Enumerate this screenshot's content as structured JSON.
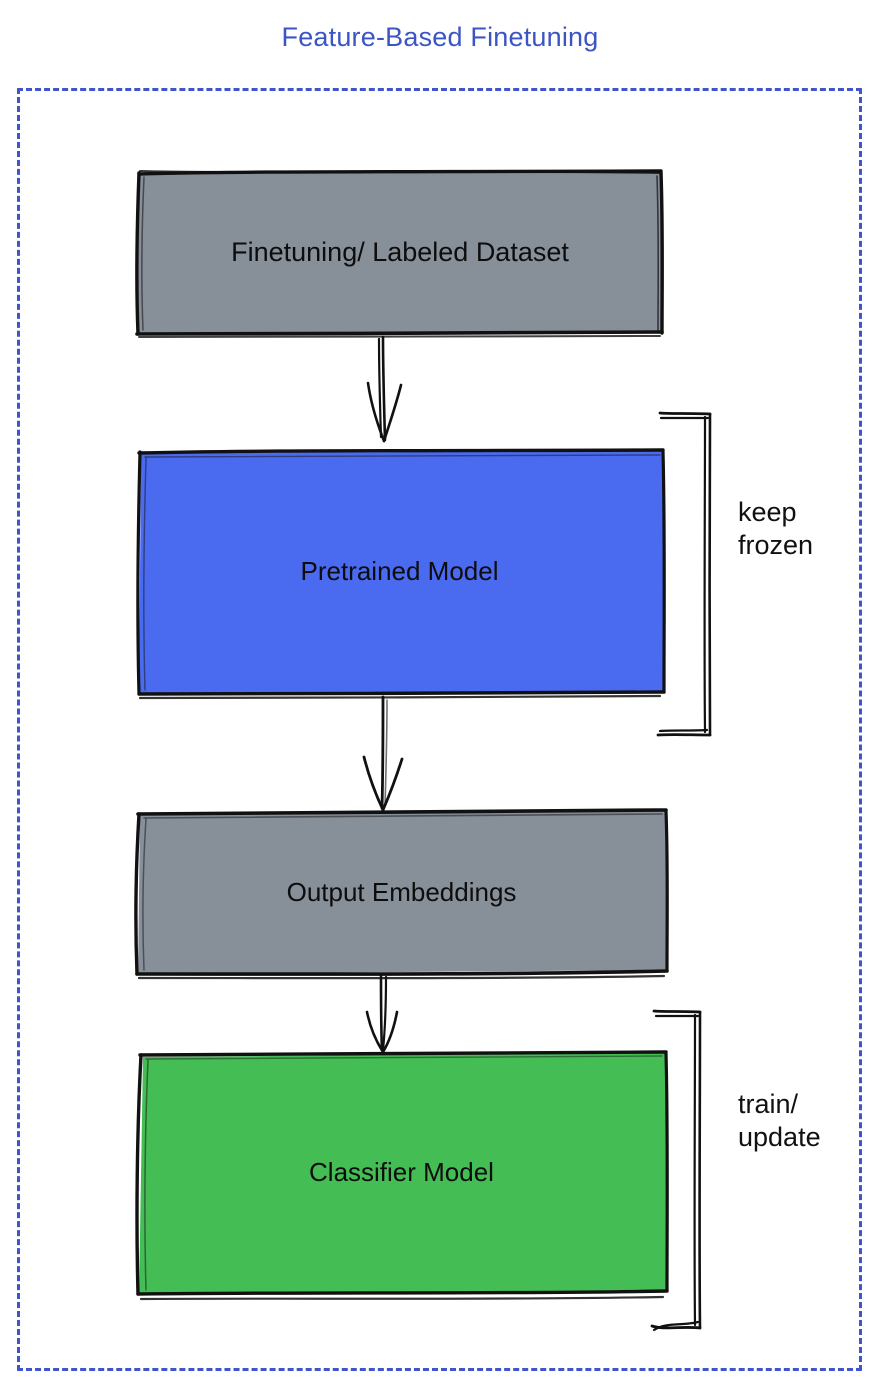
{
  "diagram": {
    "title": "Feature-Based Finetuning",
    "title_color": "#3b55c4",
    "frame_style": "dashed",
    "frame_color": "#3f55c9"
  },
  "nodes": [
    {
      "id": "dataset",
      "label": "Finetuning/ Labeled Dataset",
      "fill": "#878f99",
      "stroke": "#111111",
      "shape": "rectangle"
    },
    {
      "id": "pretrained",
      "label": "Pretrained Model",
      "fill": "#4a6af0",
      "stroke": "#111111",
      "shape": "rectangle"
    },
    {
      "id": "embeddings",
      "label": "Output Embeddings",
      "fill": "#878f99",
      "stroke": "#111111",
      "shape": "rectangle"
    },
    {
      "id": "classifier",
      "label": "Classifier Model",
      "fill": "#44bd55",
      "stroke": "#111111",
      "shape": "rectangle"
    }
  ],
  "edges": [
    {
      "id": "dataset-to-pretrained",
      "from": "dataset",
      "to": "pretrained",
      "style": "arrow"
    },
    {
      "id": "pretrained-to-embeddings",
      "from": "pretrained",
      "to": "embeddings",
      "style": "arrow"
    },
    {
      "id": "embeddings-to-classifier",
      "from": "embeddings",
      "to": "classifier",
      "style": "arrow"
    }
  ],
  "annotations": [
    {
      "id": "keep-frozen",
      "label": "keep\nfrozen",
      "target": "pretrained",
      "bracket": "right"
    },
    {
      "id": "train-update",
      "label": "train/\nupdate",
      "target": "classifier",
      "bracket": "right"
    }
  ]
}
